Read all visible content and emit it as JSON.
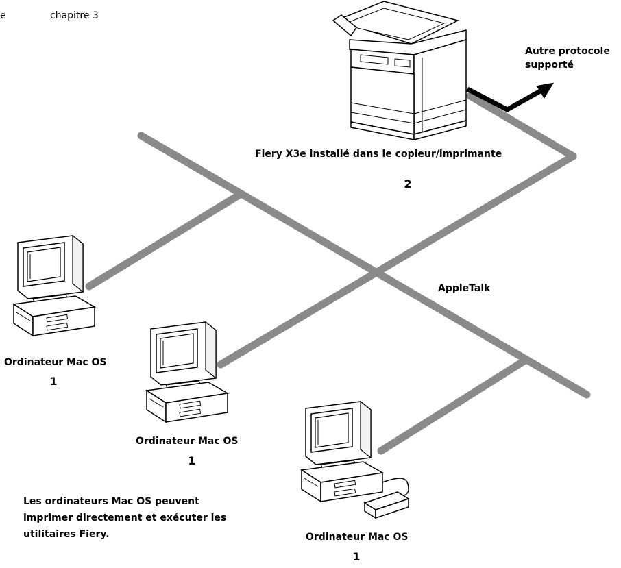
{
  "header": {
    "left_fragment": "e",
    "chapter": "chapitre 3"
  },
  "network": {
    "name": "AppleTalk",
    "line_color": "#8a8a8a"
  },
  "printer": {
    "label": "Fiery X3e installé dans le copieur/imprimante",
    "number": "2",
    "other_protocol": "Autre protocole\nsupporté"
  },
  "computers": [
    {
      "label": "Ordinateur Mac OS",
      "number": "1",
      "icon": "mac-computer-icon"
    },
    {
      "label": "Ordinateur Mac OS",
      "number": "1",
      "icon": "mac-computer-icon"
    },
    {
      "label": "Ordinateur Mac OS",
      "number": "1",
      "icon": "mac-computer-icon"
    }
  ],
  "note": "Les ordinateurs Mac OS peuvent\nimprimer directement et exécuter les\nutilitaires Fiery."
}
